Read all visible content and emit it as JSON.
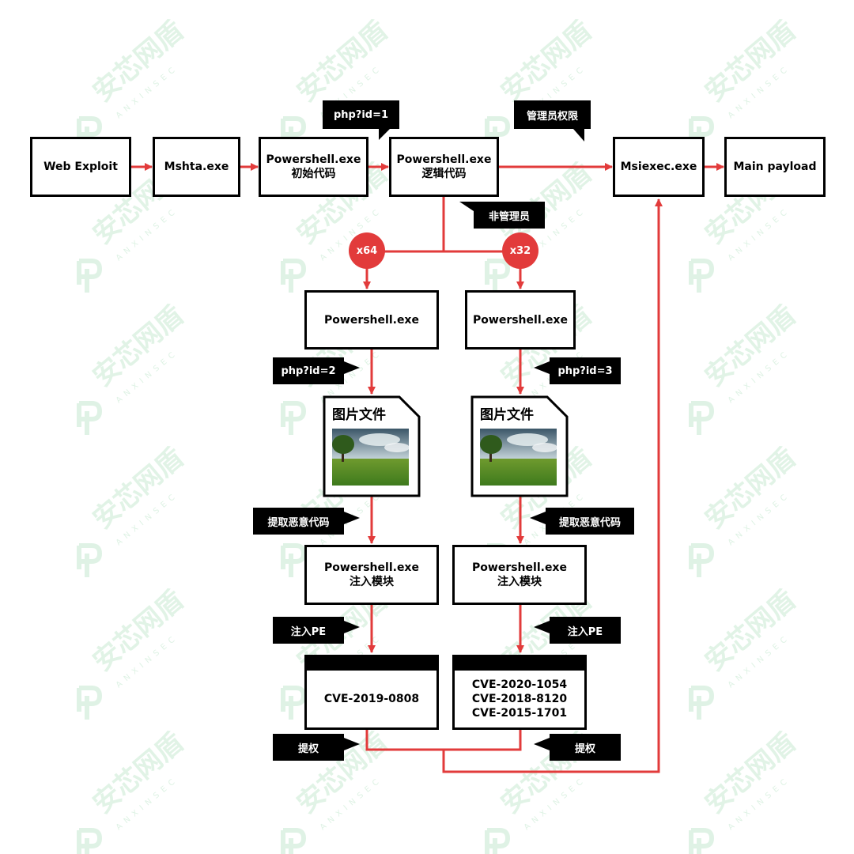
{
  "colors": {
    "connector": "#e23b3b",
    "box_border": "#000000",
    "tag_bg": "#000000",
    "tag_text": "#ffffff",
    "watermark": "#c9ead3"
  },
  "watermark": {
    "text": "安芯网盾",
    "sub": "ANXINSEC"
  },
  "nodes": {
    "web_exploit": "Web Exploit",
    "mshta": "Mshta.exe",
    "ps_init_1": "Powershell.exe",
    "ps_init_2": "初始代码",
    "ps_logic_1": "Powershell.exe",
    "ps_logic_2": "逻辑代码",
    "msiexec": "Msiexec.exe",
    "main_payload": "Main payload",
    "ps_x64": "Powershell.exe",
    "ps_x32": "Powershell.exe",
    "image_x64": "图片文件",
    "image_x32": "图片文件",
    "inject_x64_1": "Powershell.exe",
    "inject_x64_2": "注入模块",
    "inject_x32_1": "Powershell.exe",
    "inject_x32_2": "注入模块",
    "cve_x64": [
      "CVE-2019-0808"
    ],
    "cve_x32": [
      "CVE-2020-1054",
      "CVE-2018-8120",
      "CVE-2015-1701"
    ]
  },
  "tags": {
    "php_id_1": "php?id=1",
    "admin": "管理员权限",
    "non_admin": "非管理员",
    "php_id_2": "php?id=2",
    "php_id_3": "php?id=3",
    "extract_x64": "提取恶意代码",
    "extract_x32": "提取恶意代码",
    "inject_pe_x64": "注入PE",
    "inject_pe_x32": "注入PE",
    "escalate_x64": "提权",
    "escalate_x32": "提权"
  },
  "branches": {
    "x64": "x64",
    "x32": "x32"
  }
}
